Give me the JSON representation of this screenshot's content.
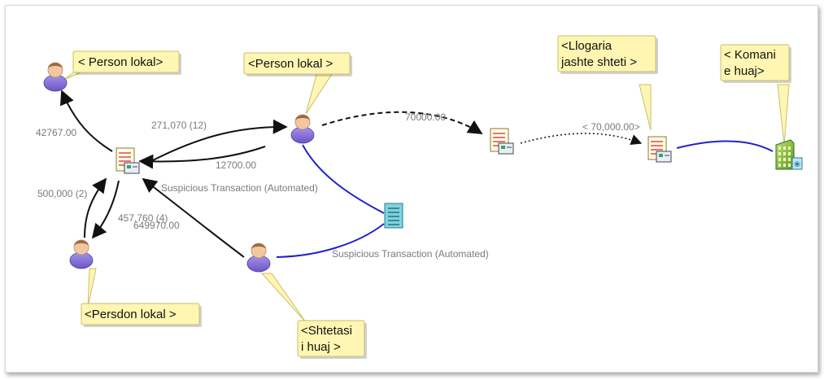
{
  "colors": {
    "arrow": "#111111",
    "link": "#2222cc",
    "label_text": "#7a7a7a",
    "callout_fill": "#fff6b3",
    "callout_border": "#c9bf6a",
    "person_body": "#8a76d6",
    "person_skin": "#f2c7a0",
    "person_hair": "#9b6a3f"
  },
  "callouts": [
    {
      "id": "c1",
      "lines": [
        "< Person lokal>"
      ]
    },
    {
      "id": "c2",
      "lines": [
        "<Person lokal >"
      ]
    },
    {
      "id": "c3",
      "lines": [
        "<Llogaria",
        "jashte shteti >"
      ]
    },
    {
      "id": "c4",
      "lines": [
        "< Komani",
        "e huaj>"
      ]
    },
    {
      "id": "c5",
      "lines": [
        "<Persdon lokal >"
      ]
    },
    {
      "id": "c6",
      "lines": [
        "<Shtetasi",
        "i huaj >"
      ]
    }
  ],
  "edge_labels": {
    "l1": "42767.00",
    "l2": "271,070 (12)",
    "l3": "12700.00",
    "l4": "70000.00",
    "l5": "< 70,000.00>",
    "l6": "500,000 (2)",
    "l7": "457,760 (4)",
    "l8": "649970.00"
  },
  "entity_labels": {
    "e1": "Suspicious Transaction (Automated)",
    "e2": "Suspicious Transaction (Automated)"
  },
  "nodes": [
    {
      "id": "person-top-left",
      "icon": "person-icon"
    },
    {
      "id": "person-top-center",
      "icon": "person-icon"
    },
    {
      "id": "account-center",
      "icon": "account-document-icon"
    },
    {
      "id": "account-mid",
      "icon": "account-document-icon"
    },
    {
      "id": "account-foreign",
      "icon": "account-document-icon"
    },
    {
      "id": "company-foreign",
      "icon": "building-icon"
    },
    {
      "id": "report",
      "icon": "report-document-icon"
    },
    {
      "id": "person-bottom-left",
      "icon": "person-icon"
    },
    {
      "id": "person-foreign",
      "icon": "person-icon"
    }
  ]
}
